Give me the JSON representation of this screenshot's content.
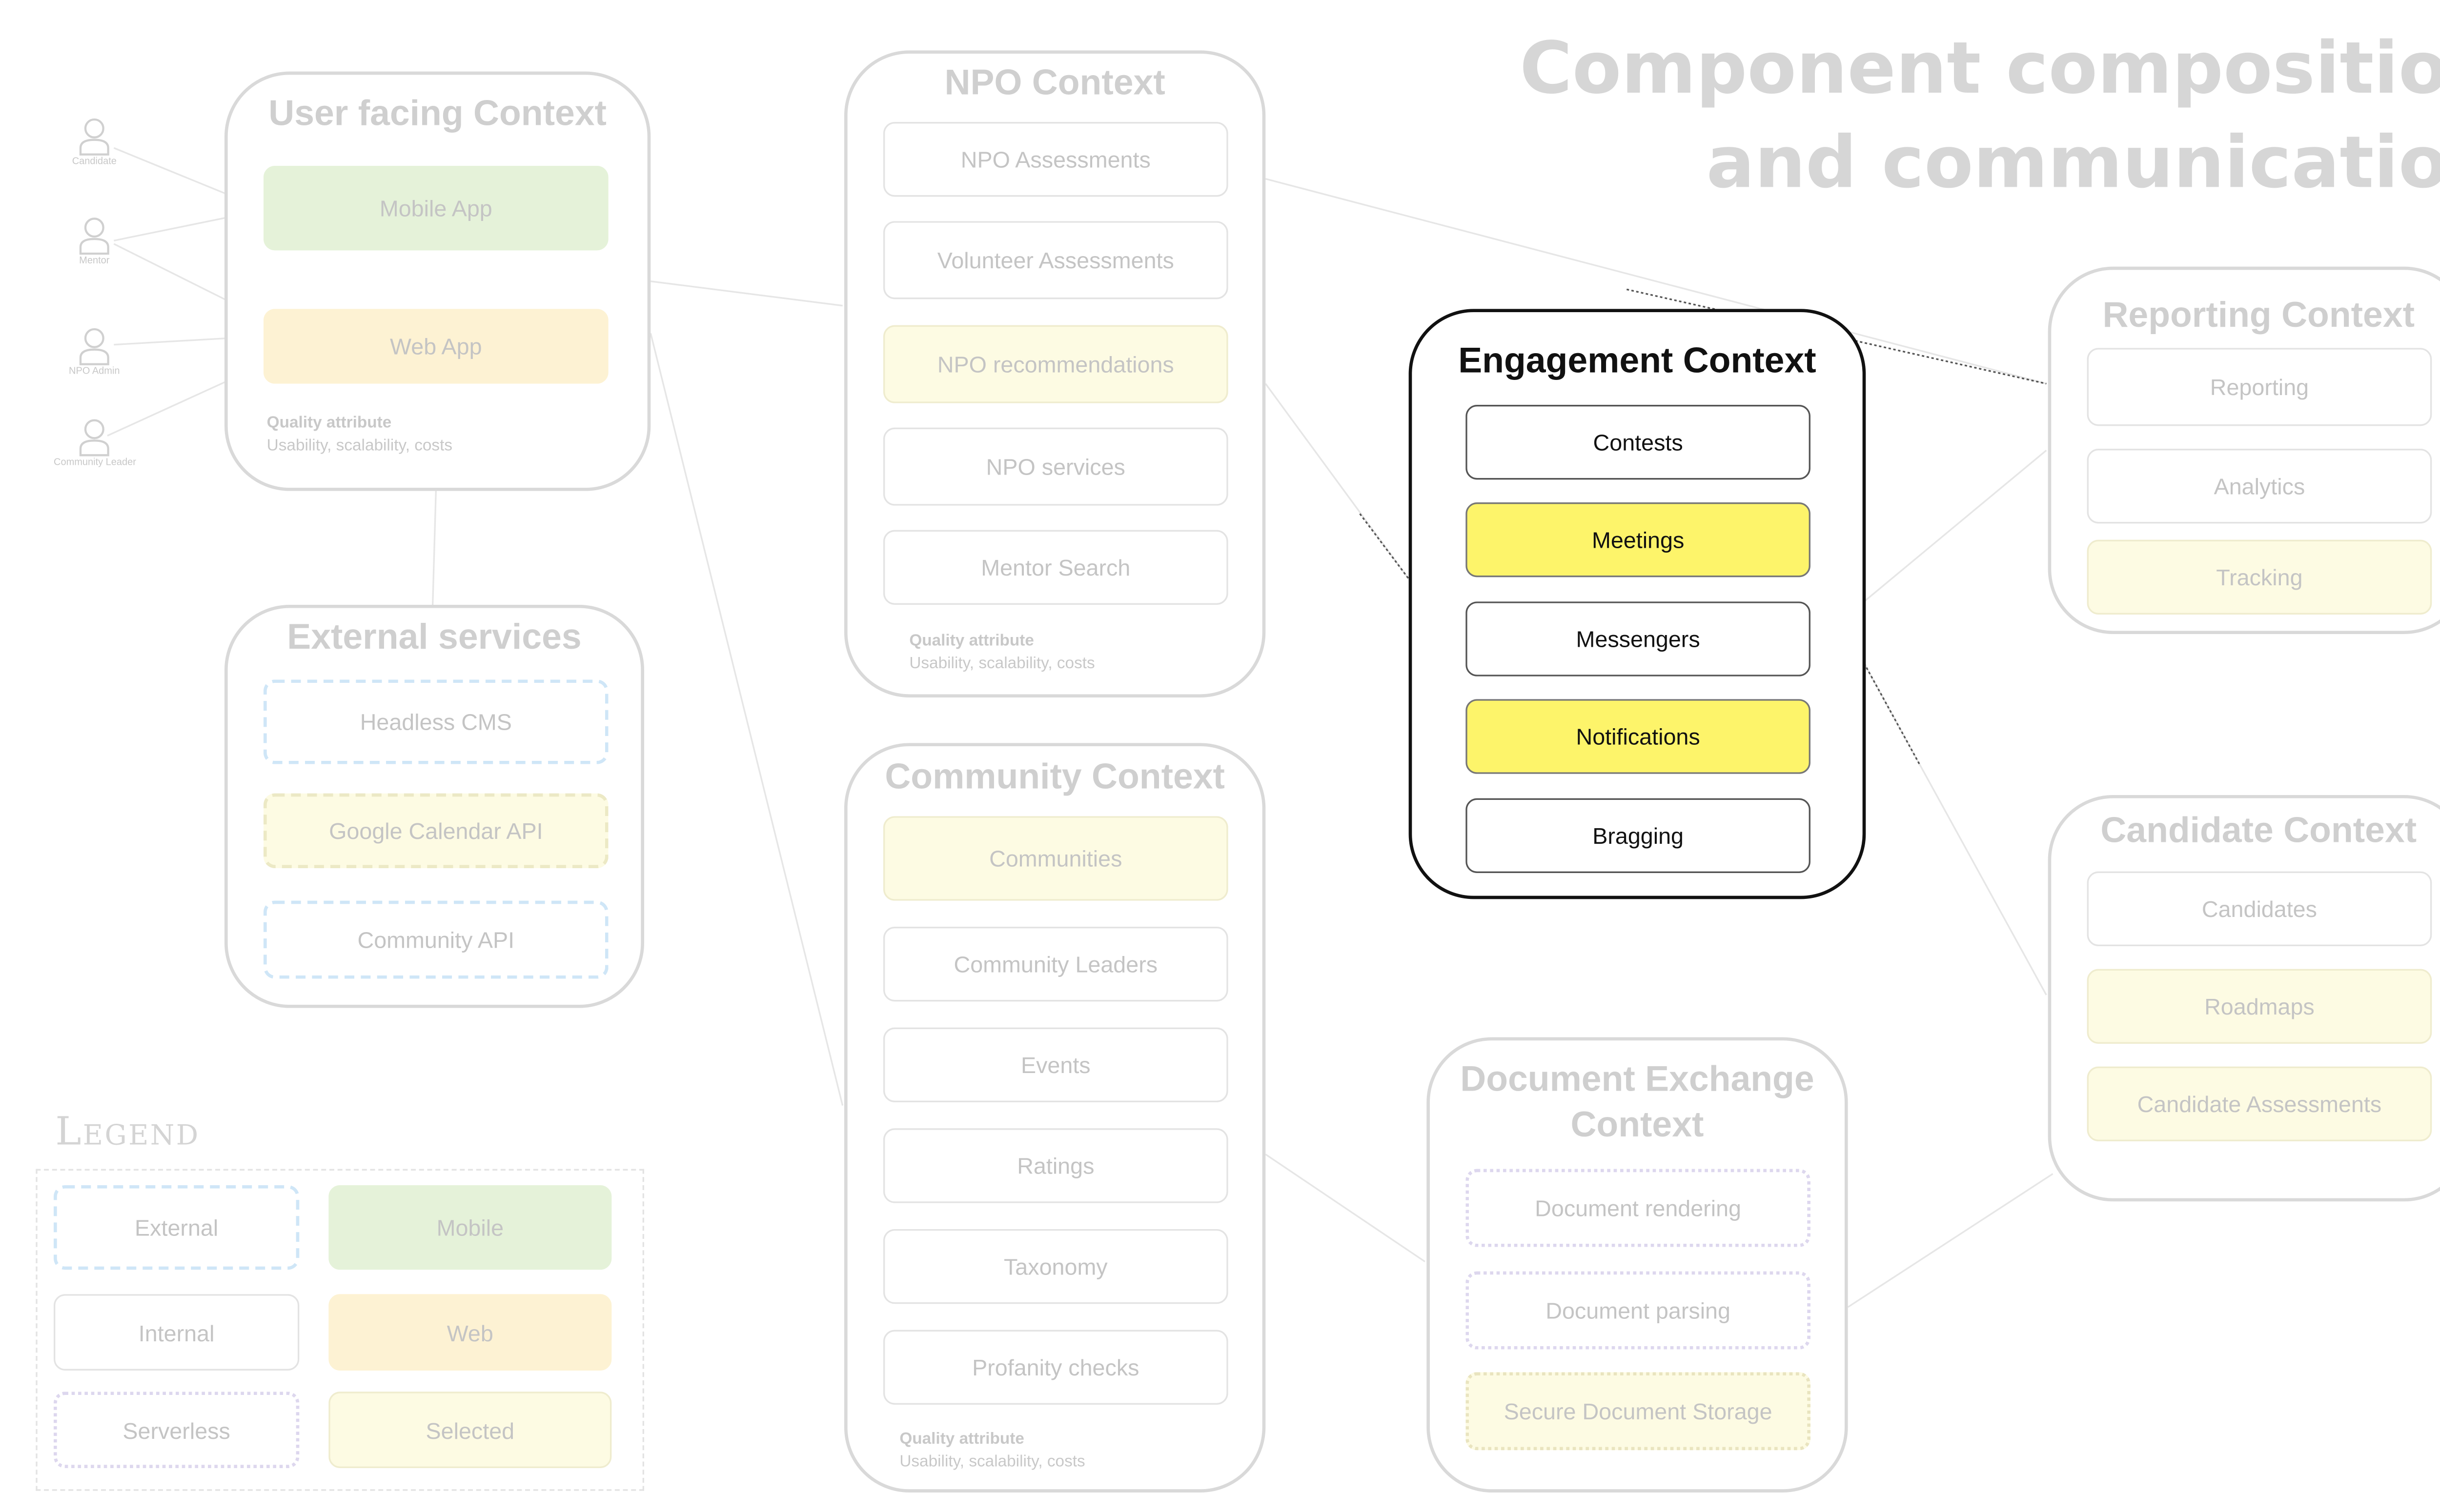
{
  "title": {
    "line1": "Component composition",
    "line2": "and communication"
  },
  "actors": [
    {
      "label": "Candidate",
      "icon": "person-icon"
    },
    {
      "label": "Mentor",
      "icon": "person-icon"
    },
    {
      "label": "NPO Admin",
      "icon": "person-icon"
    },
    {
      "label": "Community Leader",
      "icon": "person-icon"
    }
  ],
  "contexts": {
    "user_facing": {
      "title": "User facing Context",
      "components": [
        "Mobile App",
        "Web App"
      ],
      "quality_label": "Quality attribute",
      "quality_value": "Usability, scalability, costs"
    },
    "external": {
      "title": "External services",
      "components": [
        "Headless CMS",
        "Google Calendar API",
        "Community API"
      ]
    },
    "npo": {
      "title": "NPO Context",
      "components": [
        "NPO Assessments",
        "Volunteer Assessments",
        "NPO recommendations",
        "NPO services",
        "Mentor Search"
      ],
      "quality_label": "Quality attribute",
      "quality_value": "Usability, scalability, costs"
    },
    "community": {
      "title": "Community Context",
      "components": [
        "Communities",
        "Community Leaders",
        "Events",
        "Ratings",
        "Taxonomy",
        "Profanity checks"
      ],
      "quality_label": "Quality attribute",
      "quality_value": "Usability, scalability, costs"
    },
    "engagement": {
      "title": "Engagement Context",
      "components": [
        "Contests",
        "Meetings",
        "Messengers",
        "Notifications",
        "Bragging"
      ]
    },
    "document": {
      "title_line1": "Document Exchange",
      "title_line2": "Context",
      "components": [
        "Document rendering",
        "Document parsing",
        "Secure Document Storage"
      ]
    },
    "reporting": {
      "title": "Reporting Context",
      "components": [
        "Reporting",
        "Analytics",
        "Tracking"
      ]
    },
    "candidate": {
      "title": "Candidate Context",
      "components": [
        "Candidates",
        "Roadmaps",
        "Candidate Assessments"
      ]
    }
  },
  "legend": {
    "title": "Legend",
    "items": [
      "External",
      "Mobile",
      "Internal",
      "Web",
      "Serverless",
      "Selected"
    ]
  },
  "colors": {
    "mobile": "#e5f2d9",
    "web": "#fdf2d3",
    "selected": "#fdfbe3",
    "highlight": "#fdf46a",
    "external_border": "#cfe6f7",
    "serverless_border": "#ddd7ee",
    "active_border": "#111111"
  }
}
